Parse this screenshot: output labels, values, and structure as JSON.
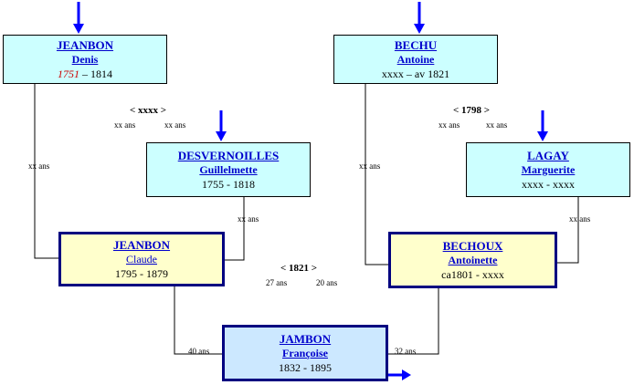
{
  "persons": {
    "jeanbon_denis": {
      "last": "JEANBON",
      "first": "Denis",
      "birth": "1751",
      "death": "1814"
    },
    "desvernoilles": {
      "last": "DESVERNOILLES",
      "first": "Guillelmette",
      "dates": "1755 - 1818"
    },
    "jeanbon_claude": {
      "last": "JEANBON",
      "first": "Claude",
      "dates": "1795 - 1879"
    },
    "bechu": {
      "last": "BECHU",
      "first": "Antoine",
      "dates": "xxxx – av 1821"
    },
    "lagay": {
      "last": "LAGAY",
      "first": "Marguerite",
      "dates": "xxxx - xxxx"
    },
    "bechoux": {
      "last": "BECHOUX",
      "first": "Antoinette",
      "dates": "ca1801 - xxxx"
    },
    "jambon": {
      "last": "JAMBON",
      "first": "Françoise",
      "dates": "1832 - 1895"
    }
  },
  "marriages": {
    "jeanbon_desvernoilles": {
      "year": "< xxxx >",
      "age_husband": "xx ans",
      "age_wife": "xx ans"
    },
    "bechu_lagay": {
      "year": "< 1798 >",
      "age_husband": "xx ans",
      "age_wife": "xx ans"
    },
    "claude_antoinette": {
      "year": "< 1821 >",
      "age_husband": "27 ans",
      "age_wife": "20 ans"
    }
  },
  "parent_ages": {
    "denis": "xx ans",
    "guillelmette": "xx ans",
    "antoine": "xx ans",
    "marguerite": "xx ans",
    "claude": "40 ans",
    "antoinette": "32 ans"
  },
  "colors": {
    "arrow": "#0000ff",
    "link_text": "#0000cc",
    "box_cyan": "#ccffff",
    "box_yellow": "#ffffcc",
    "box_focus": "#cce8ff",
    "year_red": "#cc0000"
  }
}
